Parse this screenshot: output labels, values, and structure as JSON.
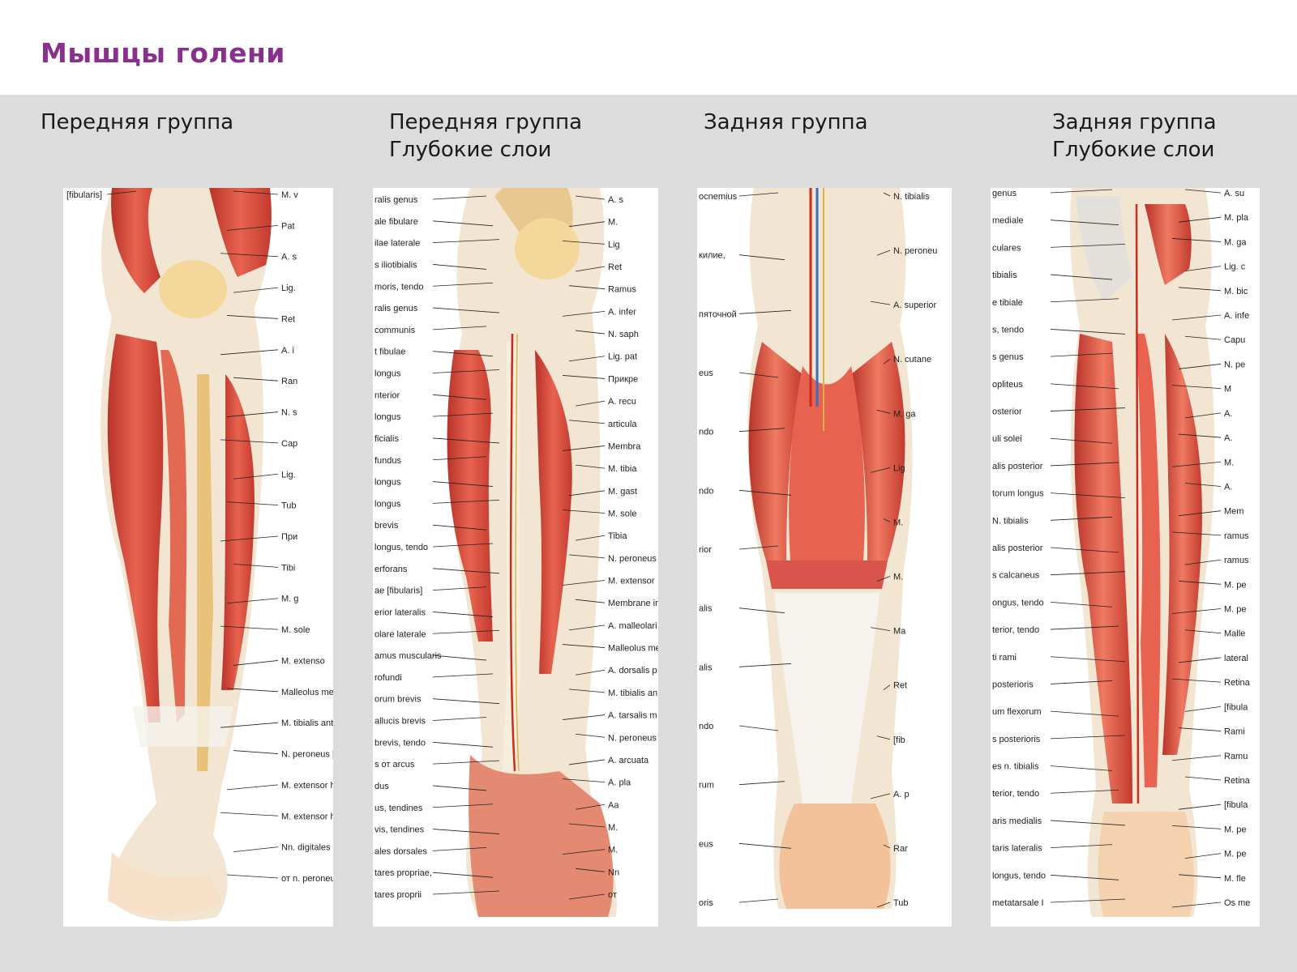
{
  "page": {
    "title": "Мышцы голени"
  },
  "columns": [
    {
      "title_line1": "Передняя группа",
      "title_line2": ""
    },
    {
      "title_line1": "Передняя группа",
      "title_line2": "Глубокие слои"
    },
    {
      "title_line1": "Задняя группа",
      "title_line2": ""
    },
    {
      "title_line1": "Задняя группа",
      "title_line2": "Глубокие слои"
    }
  ],
  "panel1": {
    "left": [
      "[fibularis]"
    ],
    "right": [
      "M. v",
      "Pat",
      "A. s",
      "Lig.",
      "Ret",
      "A. i",
      "Ran",
      "N. s",
      "Cap",
      "Lig.",
      "Tub",
      "При",
      "Tibi",
      "M. g",
      "M. sole",
      "M. extenso",
      "Malleolus med",
      "M. tibialis ante",
      "N. peroneus [f",
      "M. extensor ha",
      "M. extensor ha",
      "Nn. digitales d",
      "от n. peroneu"
    ]
  },
  "panel2": {
    "left": [
      "ralis genus",
      "ale fibulare",
      "ilae laterale",
      "s iliotibialis",
      "moris, tendo",
      "ralis genus",
      "communis",
      "t fibulae",
      "longus",
      "nterior",
      "longus",
      "ficialis",
      "fundus",
      "longus",
      "longus",
      "brevis",
      "longus, tendo",
      "erforans",
      "ae [fibularis]",
      "erior lateralis",
      "olare laterale",
      "amus muscularis",
      "rofundi",
      "orum brevis",
      "allucis brevis",
      "brevis, tendo",
      "s от arcus",
      "dus",
      "us, tendines",
      "vis, tendines",
      "ales dorsales",
      "tares propriae,",
      "tares proprii"
    ],
    "right": [
      "A. s",
      "M.",
      "Lig",
      "Ret",
      "Ramus",
      "A. infer",
      "N. saph",
      "Lig. pat",
      "Прикре",
      "A. recu",
      "articula",
      "Membra",
      "M. tibia",
      "M. gast",
      "M. sole",
      "Tibia",
      "N. peroneus",
      "M. extensor",
      "Membrane in",
      "A. malleolari",
      "Malleolus me",
      "A. dorsalis p",
      "M. tibialis an",
      "A. tarsalis m",
      "N. peroneus",
      "A. arcuata",
      "A. pla",
      "Aa",
      "M.",
      "M.",
      "Nn",
      "от"
    ]
  },
  "panel3": {
    "left": [
      "ocnemius",
      "килие,",
      "пяточной",
      "eus",
      "ndo",
      "ndo",
      "rior",
      "alis",
      "alis",
      "ndo",
      "rum",
      "eus",
      "oris"
    ],
    "right": [
      "N. tibialis",
      "N. peroneu",
      "A. superior",
      "N. cutane",
      "M. ga",
      "Lig",
      "M.",
      "M.",
      "Ma",
      "Ret",
      "[fib",
      "A. p",
      "Rar",
      "Tub"
    ]
  },
  "panel4": {
    "left": [
      "genus",
      "mediale",
      "culares",
      "tibialis",
      "e tibiale",
      "s, tendo",
      "s genus",
      "opliteus",
      "osterior",
      "uli solei",
      "alis posterior",
      "torum longus",
      "N. tibialis",
      "alis posterior",
      "s calcaneus",
      "ongus, tendo",
      "terior, tendo",
      "ti rami",
      "posterioris",
      "um flexorum",
      "s posterioris",
      "es n. tibialis",
      "terior, tendo",
      "aris medialis",
      "taris lateralis",
      "longus, tendo",
      "metatarsale I"
    ],
    "right": [
      "A. su",
      "M. pla",
      "M. ga",
      "Lig. c",
      "M. bic",
      "A. infe",
      "Capu",
      "N. pe",
      "M",
      "A.",
      "A.",
      "M.",
      "A.",
      "Mem",
      "ramus",
      "ramus",
      "M. pe",
      "M. pe",
      "Malle",
      "lateral",
      "Retina",
      "[fibula",
      "Rami",
      "Ramu",
      "Retina",
      "[fibula",
      "M. pe",
      "M. pe",
      "M. fle",
      "Os me"
    ]
  },
  "colors": {
    "accent": "#8b2f8f",
    "band": "#dcdcdc",
    "muscle": "#d9463a",
    "tendon": "#f0e4c8"
  }
}
